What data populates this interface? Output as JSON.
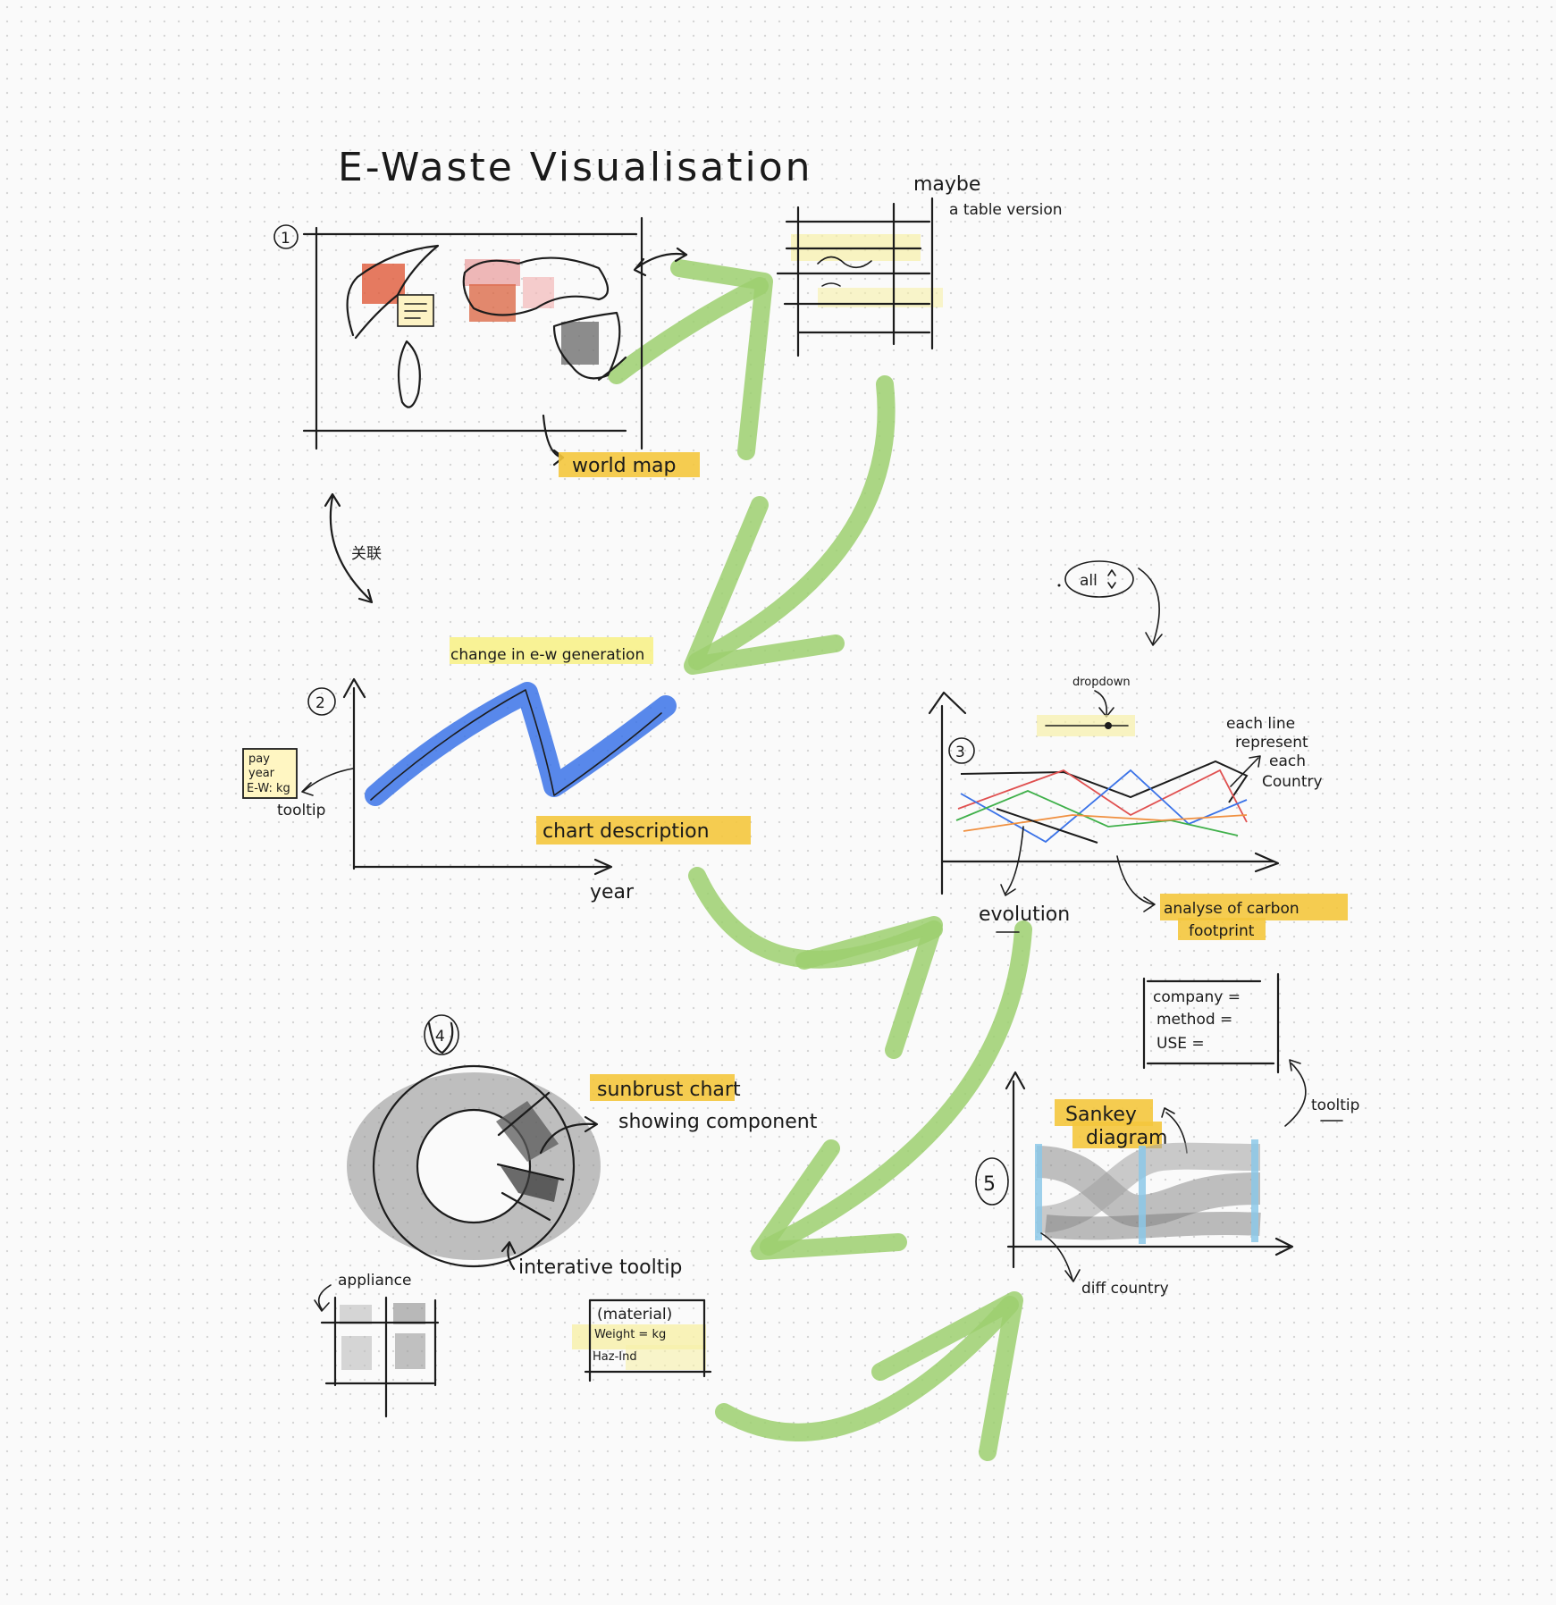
{
  "title": "E-Waste Visualisation",
  "colors": {
    "highlight_yellow": "#f4c63d",
    "highlight_pale": "#f7f0a8",
    "arrow_green": "#9ccf6e",
    "map_red": "#e05a3a",
    "map_pink": "#e9a0a0",
    "line_blue": "#3b73e8",
    "sankey_blue": "#8cc8e8",
    "ink": "#1c1c1c"
  },
  "sections": {
    "s1": {
      "number": "1",
      "caption": "world map",
      "note_line1": "maybe",
      "note_line2": "a table version",
      "link_note": "关联"
    },
    "s2": {
      "number": "2",
      "heading": "change in e-w generation",
      "caption": "chart description",
      "xlabel": "year",
      "tooltip_label": "tooltip",
      "tooltip_lines": [
        "pay",
        "year",
        "E-W: kg"
      ]
    },
    "s3": {
      "number": "3",
      "dropdown_value": "all",
      "dropdown_label": "dropdown",
      "note_lines": [
        "each line",
        "represent",
        "each",
        "Country"
      ],
      "evolution_label": "evolution",
      "caption_line1": "analyse of carbon",
      "caption_line2": "footprint"
    },
    "s4": {
      "number": "4",
      "caption": "sunbrust chart",
      "subcaption": "showing component",
      "tooltip_label": "interative tooltip",
      "table_label": "appliance",
      "tooltip_lines": [
        "(material)",
        "Weight = kg",
        "Haz-Ind"
      ]
    },
    "s5": {
      "number": "5",
      "caption_line1": "Sankey",
      "caption_line2": "diagram",
      "tooltip_label": "tooltip",
      "xlabel": "diff country",
      "tooltip_lines": [
        "company =",
        "method =",
        "USE ="
      ]
    }
  }
}
